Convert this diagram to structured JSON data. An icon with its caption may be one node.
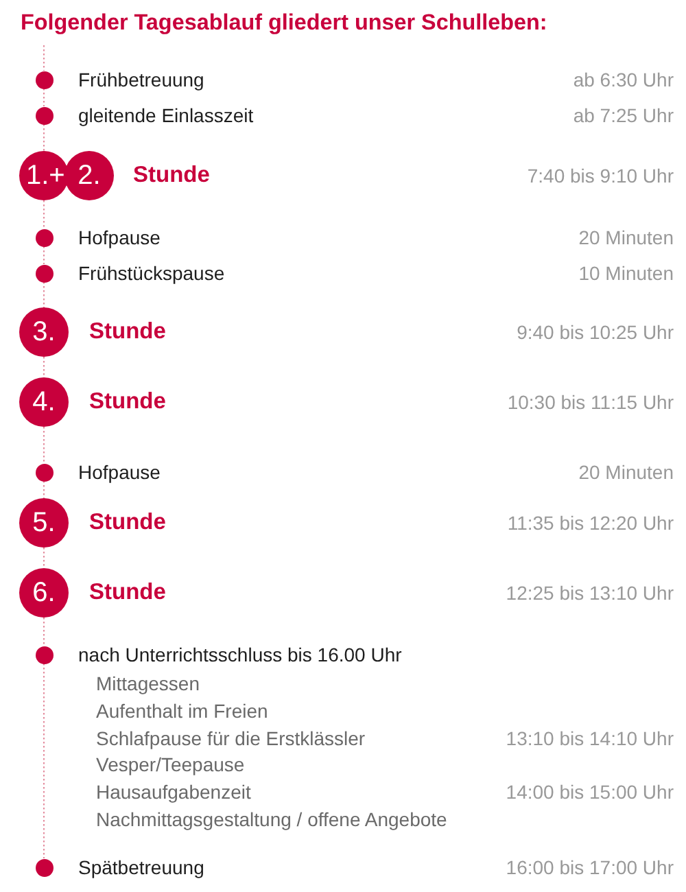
{
  "diagram": {
    "title": "Folgender Tagesablauf gliedert unser Schulleben:",
    "nodes": [
      {
        "text": [],
        "shape": "circle",
        "beside": [
          "Frühbetreuung"
        ]
      },
      {
        "text": [],
        "shape": "circle",
        "beside": [
          "gleitende Einlasszeit"
        ]
      },
      {
        "text": [
          "1.+"
        ]
      },
      {
        "text": [
          "2."
        ],
        "beside": [
          "Stunde"
        ]
      },
      {
        "text": [],
        "shape": "circle",
        "beside": [
          "Hofpause"
        ]
      },
      {
        "text": [],
        "shape": "circle",
        "beside": [
          "Frühstückspause"
        ]
      },
      {
        "text": [
          "3."
        ],
        "beside": [
          "Stunde"
        ]
      },
      {
        "text": [
          "4."
        ],
        "beside": [
          "Stunde"
        ]
      },
      {
        "text": [],
        "shape": "circle",
        "beside": [
          "Hofpause"
        ]
      },
      {
        "text": [
          "5."
        ],
        "beside": [
          "Stunde"
        ]
      },
      {
        "text": [
          "6."
        ],
        "beside": [
          "Stunde"
        ]
      },
      {
        "text": [],
        "shape": "circle",
        "beside": [
          "nach Unterrichtsschluss bis 16.00 Uhr"
        ]
      },
      {
        "text": [],
        "shape": "circle",
        "beside": [
          "Spätbetreuung"
        ]
      }
    ],
    "edges": [
      {
        "from": null,
        "to": 0,
        "arrow": "none",
        "style": "dashed"
      },
      {
        "from": 0,
        "to": 1,
        "arrow": "none",
        "style": "dashed"
      },
      {
        "from": 1,
        "to": 2,
        "arrow": "none",
        "style": "dashed"
      },
      {
        "from": 2,
        "to": 4,
        "arrow": "none",
        "style": "dashed"
      },
      {
        "from": 4,
        "to": 5,
        "arrow": "none",
        "style": "dashed"
      },
      {
        "from": 5,
        "to": 6,
        "arrow": "none",
        "style": "dashed"
      },
      {
        "from": 6,
        "to": 7,
        "arrow": "none",
        "style": "dashed"
      },
      {
        "from": 7,
        "to": 8,
        "arrow": "none",
        "style": "dashed"
      },
      {
        "from": 8,
        "to": 9,
        "arrow": "none",
        "style": "dashed"
      },
      {
        "from": 9,
        "to": 10,
        "arrow": "none",
        "style": "dashed"
      },
      {
        "from": 10,
        "to": 11,
        "arrow": "none",
        "style": "dashed"
      },
      {
        "from": 11,
        "to": 12,
        "arrow": "none",
        "style": "dashed"
      }
    ],
    "labels": [
      "ab 6:30 Uhr",
      "ab 7:25 Uhr",
      "7:40 bis 9:10 Uhr",
      "20 Minuten",
      "10 Minuten",
      "9:40 bis 10:25 Uhr",
      "10:30 bis 11:15 Uhr",
      "20 Minuten",
      "11:35 bis 12:20 Uhr",
      "12:25 bis 13:10 Uhr",
      "Mittagessen",
      "Aufenthalt im Freien",
      "Schlafpause für die Erstklässler",
      "13:10 bis 14:10 Uhr",
      "Vesper/Teepause",
      "Hausaufgabenzeit",
      "14:00 bis 15:00 Uhr",
      "Nachmittagsgestaltung / offene Angebote",
      "16:00 bis 17:00 Uhr"
    ]
  }
}
